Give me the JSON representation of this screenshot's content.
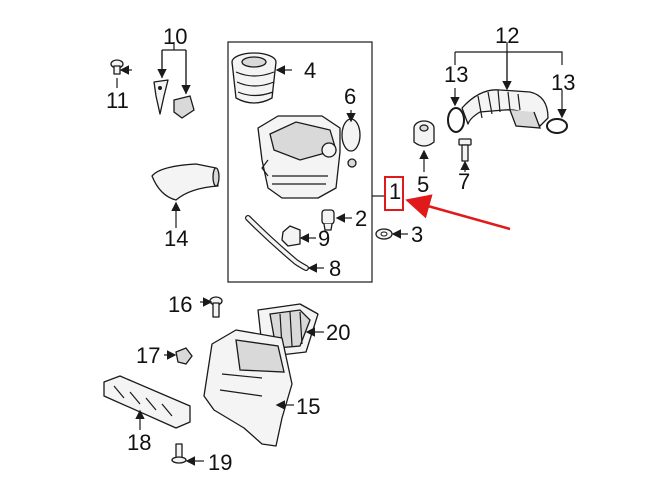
{
  "callouts": {
    "c1": "1",
    "c2": "2",
    "c3": "3",
    "c4": "4",
    "c5": "5",
    "c6": "6",
    "c7": "7",
    "c8": "8",
    "c9": "9",
    "c10": "10",
    "c11": "11",
    "c12": "12",
    "c13a": "13",
    "c13b": "13",
    "c14": "14",
    "c15": "15",
    "c16": "16",
    "c17": "17",
    "c18": "18",
    "c19": "19",
    "c20": "20"
  },
  "colors": {
    "highlight": "#e0191b",
    "ink": "#1a1a1a",
    "background": "#ffffff"
  }
}
